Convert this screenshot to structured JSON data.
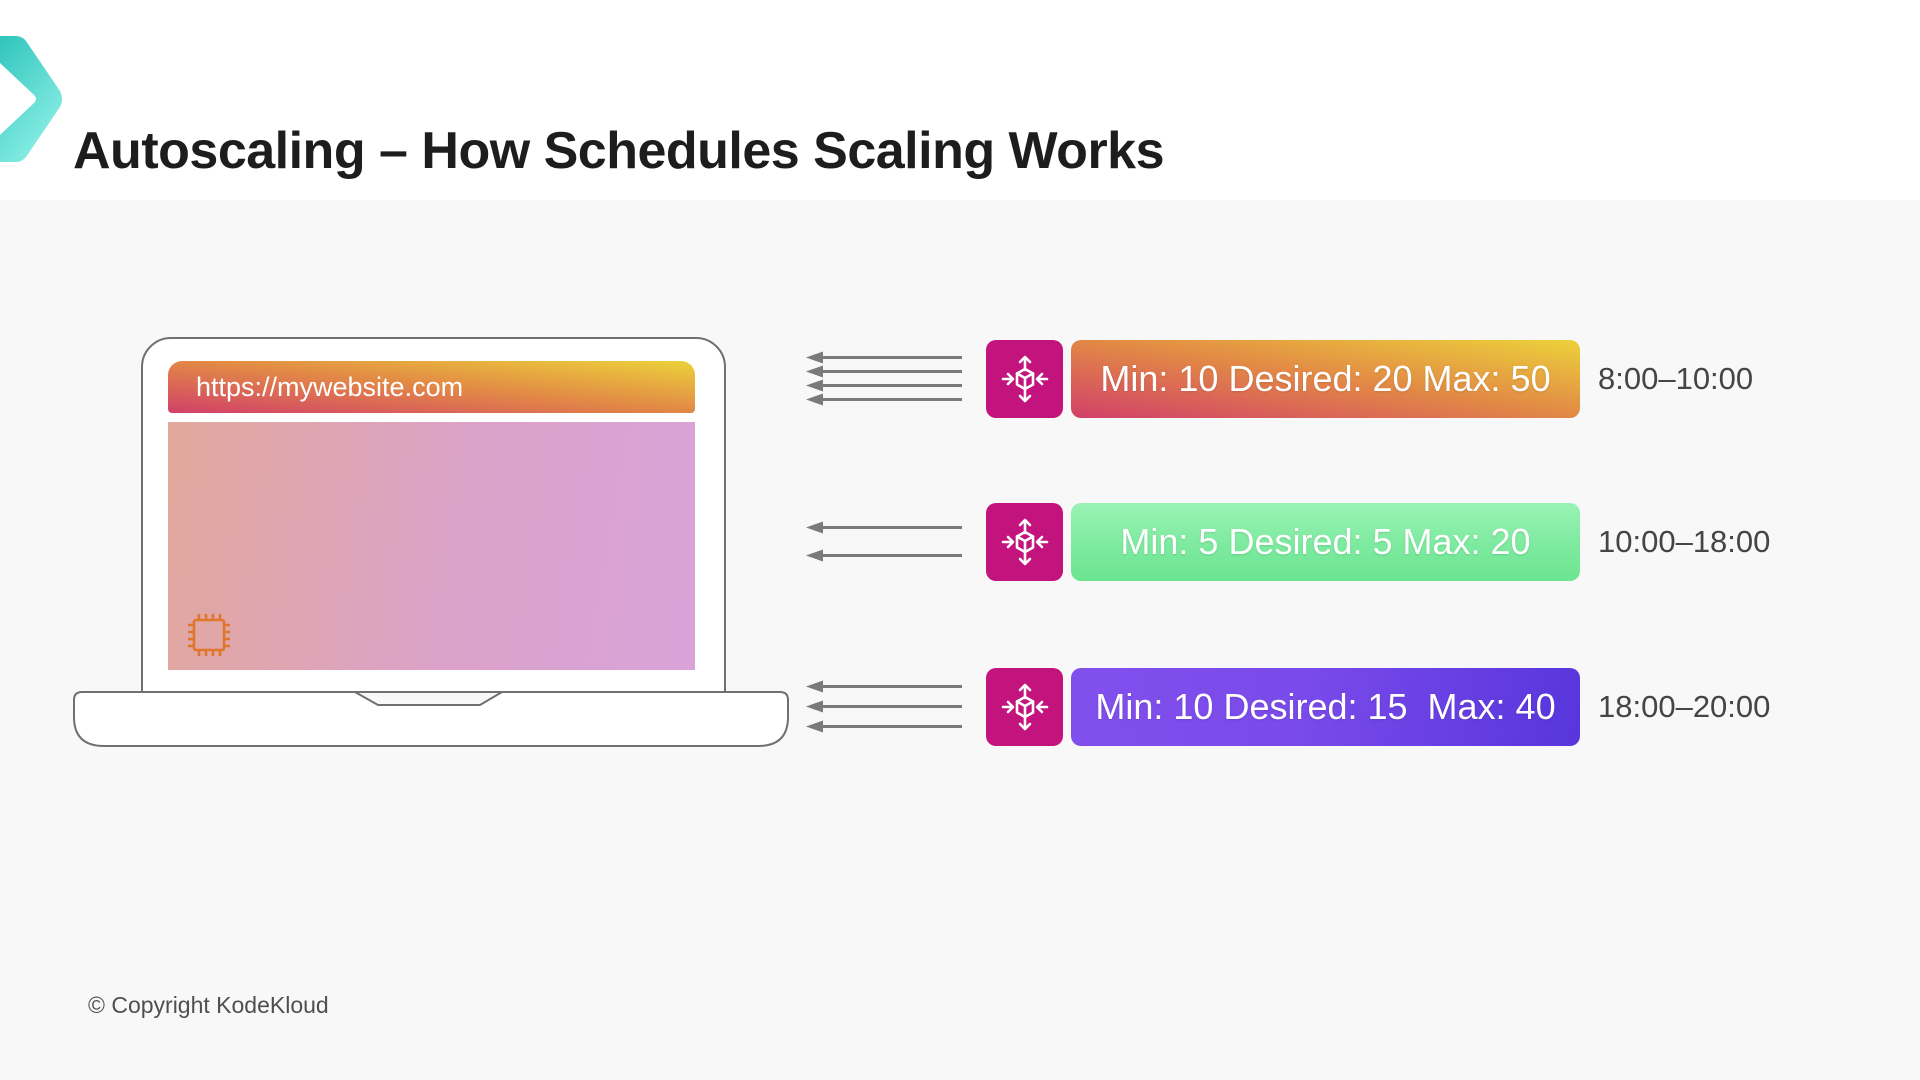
{
  "slide": {
    "title": "Autoscaling – How Schedules Scaling Works",
    "copyright": "© Copyright KodeKloud"
  },
  "laptop": {
    "url": "https://mywebsite.com"
  },
  "schedules": [
    {
      "label": "Min: 10 Desired: 20 Max: 50",
      "min": 10,
      "desired": 20,
      "max": 50,
      "time": "8:00–10:00",
      "arrow_count": 4,
      "bar_gradient": [
        "#d24069",
        "#e28a45",
        "#ecd23a"
      ],
      "text_color": "#ffffff"
    },
    {
      "label": "Min: 5 Desired: 5 Max: 20",
      "min": 5,
      "desired": 5,
      "max": 20,
      "time": "10:00–18:00",
      "arrow_count": 2,
      "bar_gradient": [
        "#9af3b5",
        "#6ce590"
      ],
      "text_color": "#ffffff"
    },
    {
      "label": "Min: 10 Desired: 15  Max: 40",
      "min": 10,
      "desired": 15,
      "max": 40,
      "time": "18:00–20:00",
      "arrow_count": 3,
      "bar_gradient": [
        "#8150ec",
        "#5736dc"
      ],
      "text_color": "#ffffff"
    }
  ],
  "colors": {
    "brand_teal": "#35c8be",
    "brand_teal_light": "#8befe6",
    "autoscaling_icon_bg": "#c2147c",
    "arrow_gray": "#7a7a7a",
    "chip_orange": "#e0752c",
    "panel_background": "#f8f8f9",
    "browser_bar_gradient": [
      "#d24069",
      "#e28a45",
      "#ecd23a"
    ],
    "screen_gradient": [
      "#e2a89c",
      "#d9a3da"
    ]
  }
}
